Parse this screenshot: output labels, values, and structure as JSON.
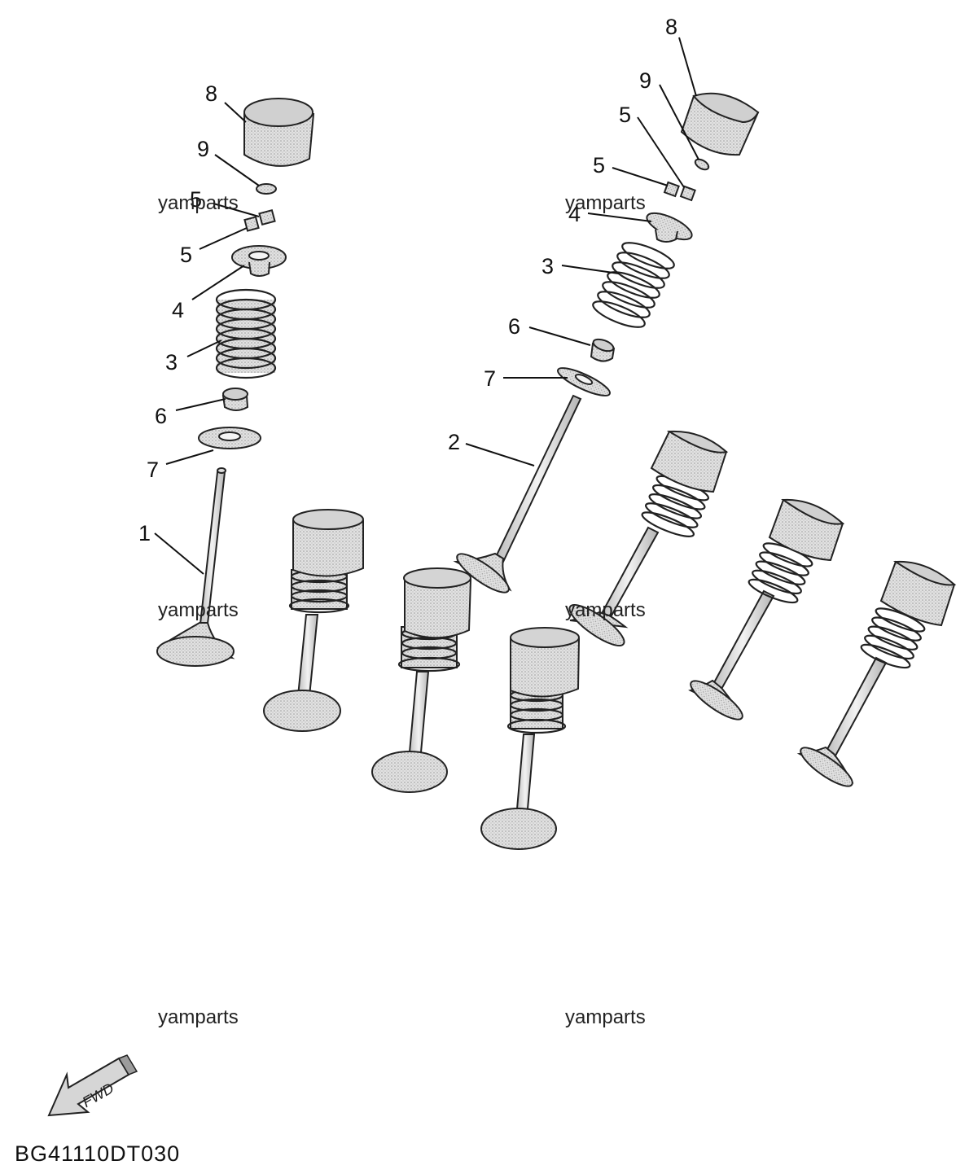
{
  "diagram": {
    "colors": {
      "part_fill": "#dcdcdc",
      "part_shade": "#bdbdbd",
      "outline": "#222222"
    },
    "callouts": {
      "left": {
        "c8": "8",
        "c9": "9",
        "c5a": "5",
        "c5b": "5",
        "c4": "4",
        "c3": "3",
        "c6": "6",
        "c7": "7",
        "c1": "1"
      },
      "right": {
        "c8": "8",
        "c9": "9",
        "c5a": "5",
        "c5b": "5",
        "c4": "4",
        "c3": "3",
        "c6": "6",
        "c7": "7",
        "c2": "2"
      }
    },
    "watermarks": [
      "yamparts",
      "yamparts",
      "yamparts",
      "yamparts",
      "yamparts",
      "yamparts"
    ],
    "fwd_label": "FWD",
    "drawing_code": "BG41110DT030"
  }
}
